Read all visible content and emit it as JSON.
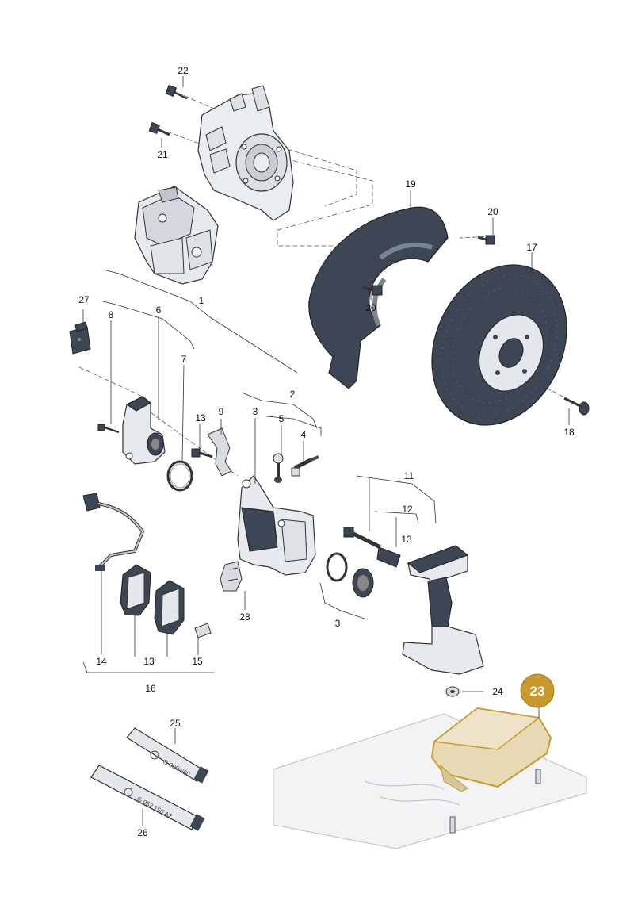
{
  "colors": {
    "highlight_fill": "#C89A2B",
    "highlight_part": "#E8D9B5",
    "line": "#333333",
    "part_fill": "#ECEFF3",
    "part_dark": "#3C4654"
  },
  "callouts": {
    "c1": "1",
    "c2": "2",
    "c3a": "3",
    "c3b": "3",
    "c4": "4",
    "c5": "5",
    "c6": "6",
    "c7": "7",
    "c8": "8",
    "c9": "9",
    "c11": "11",
    "c12": "12",
    "c13a": "13",
    "c13b": "13",
    "c13c": "13",
    "c14": "14",
    "c15": "15",
    "c16": "16",
    "c17": "17",
    "c18": "18",
    "c19": "19",
    "c20a": "20",
    "c20b": "20",
    "c21": "21",
    "c22": "22",
    "c24": "24",
    "c25": "25",
    "c26": "26",
    "c27": "27",
    "c28": "28"
  },
  "highlight": {
    "label": "23"
  },
  "tubes": {
    "tube_25_text": "G 000 650",
    "tube_26_text": "G 052 150 A2"
  },
  "icons": {
    "highlight": "numbered-circle-badge",
    "brake_disc": "drilled-disc",
    "tube_logo": "vw-roundel"
  }
}
